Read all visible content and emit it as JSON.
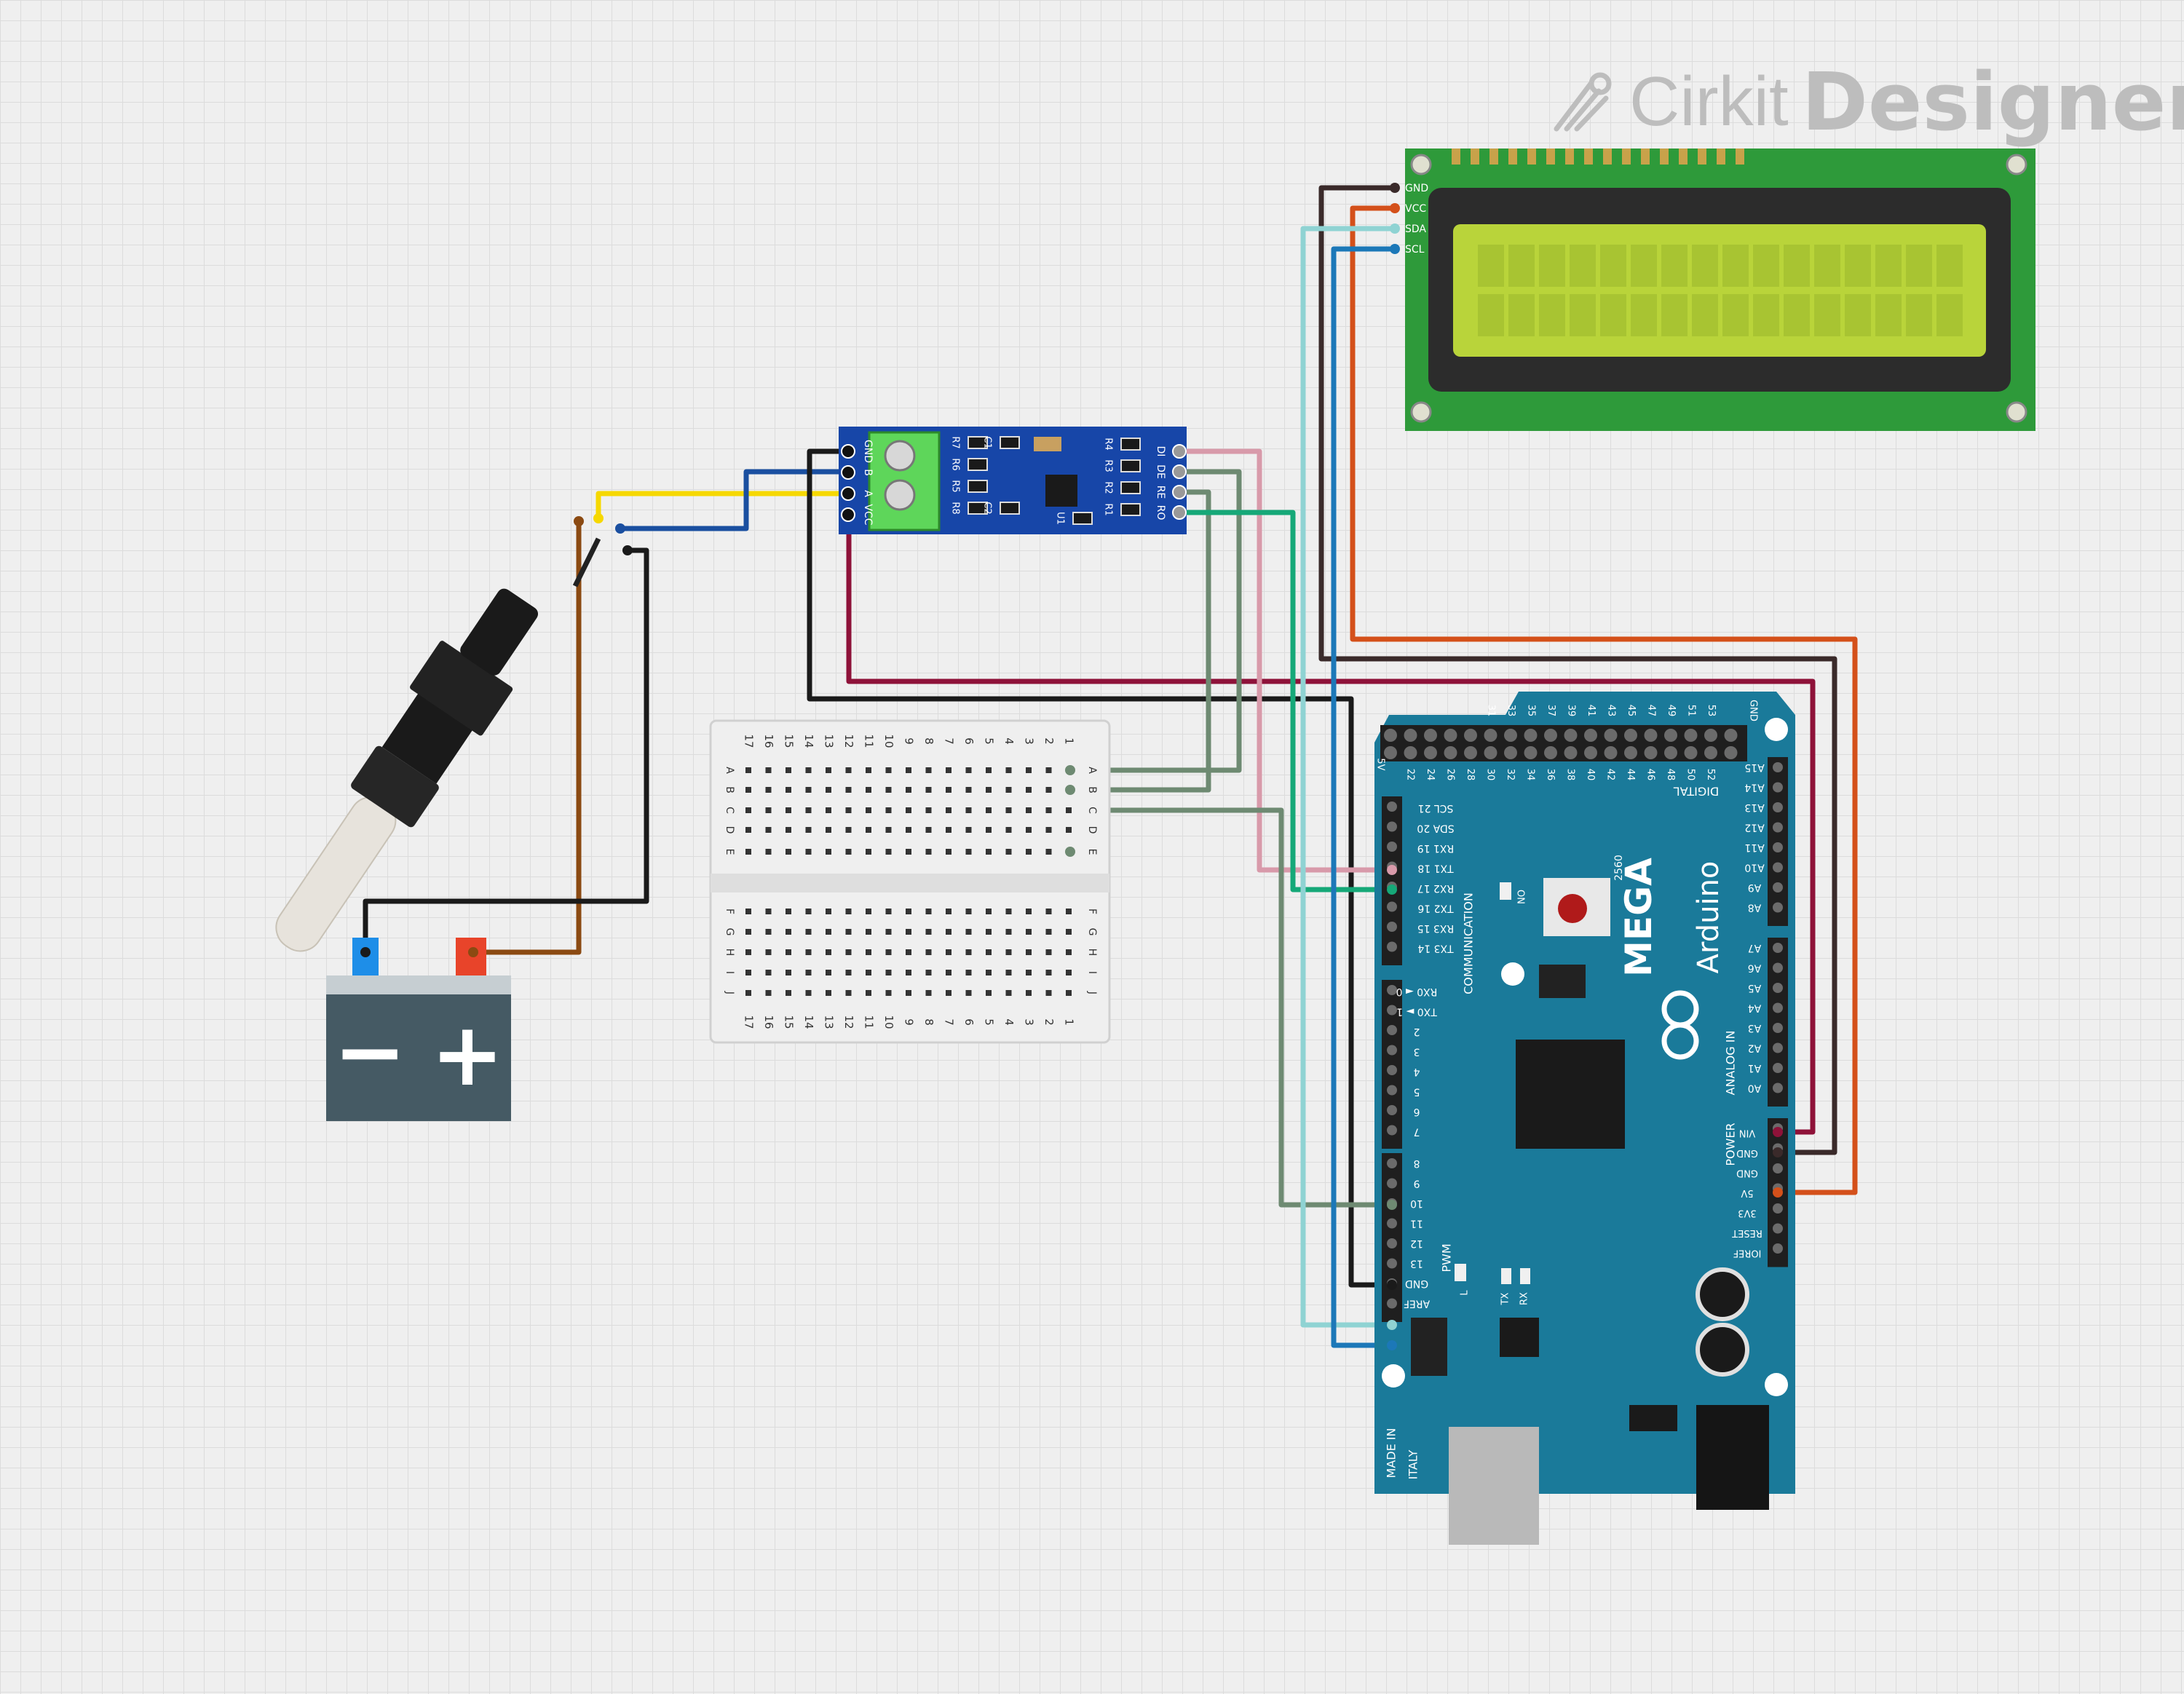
{
  "brand": {
    "cirkit": "Cirkit",
    "designer": "Designer",
    "logo_icon": "cirkit-logo-icon"
  },
  "battery": {
    "minus": "−",
    "plus": "+"
  },
  "lcd": {
    "pins": [
      "GND",
      "VCC",
      "SDA",
      "SCL"
    ]
  },
  "rs485": {
    "left_pins": [
      "GND",
      "B",
      "A",
      "VCC"
    ],
    "right_pins": [
      "DI",
      "DE",
      "RE",
      "RO"
    ],
    "parts": [
      "R7",
      "R6",
      "R5",
      "R8",
      "C1",
      "C2",
      "U1",
      "R4",
      "R3",
      "R2",
      "R1"
    ]
  },
  "breadboard": {
    "cols": [
      "17",
      "16",
      "15",
      "14",
      "13",
      "12",
      "11",
      "10",
      "9",
      "8",
      "7",
      "6",
      "5",
      "4",
      "3",
      "2",
      "1"
    ],
    "rows_top": [
      "A",
      "B",
      "C",
      "D",
      "E"
    ],
    "rows_bottom": [
      "F",
      "G",
      "H",
      "I",
      "J"
    ]
  },
  "mega": {
    "top_pins": [
      "22",
      "24",
      "26",
      "28",
      "30",
      "32",
      "34",
      "36",
      "38",
      "40",
      "42",
      "44",
      "46",
      "48",
      "50",
      "52"
    ],
    "top_pins_odd": [
      "31",
      "33",
      "35",
      "37",
      "39",
      "41",
      "43",
      "45",
      "47",
      "49",
      "51",
      "53"
    ],
    "labels": {
      "gnd": "GND",
      "v5": "5V",
      "digital": "DIGITAL",
      "mega": "MEGA",
      "sub": "2560",
      "arduino": "Arduino",
      "on": "ON",
      "l": "L",
      "tx": "TX",
      "rx": "RX",
      "pwm": "PWM",
      "communication": "COMMUNICATION",
      "analog": "ANALOG IN",
      "power": "POWER",
      "made_in": "MADE IN",
      "italy": "ITALY"
    },
    "comm_pins": [
      "SCL 21",
      "SDA 20",
      "RX1 19",
      "TX1 18",
      "RX2 17",
      "TX2 16",
      "RX3 15",
      "TX3 14"
    ],
    "pwm_pins": [
      "RX0 ◄ 0",
      "TX0 ► 1",
      "2",
      "3",
      "4",
      "5",
      "6",
      "7"
    ],
    "pwm_pins2": [
      "8",
      "9",
      "10",
      "11",
      "12",
      "13",
      "GND",
      "AREF"
    ],
    "analog_pins": [
      "A15",
      "A14",
      "A13",
      "A12",
      "A11",
      "A10",
      "A9",
      "A8",
      "A7",
      "A6",
      "A5",
      "A4",
      "A3",
      "A2",
      "A1",
      "A0"
    ],
    "power_pins": [
      "VIN",
      "GND",
      "GND",
      "5V",
      "3V3",
      "RESET",
      "IOREF"
    ]
  },
  "colors": {
    "wire_yellow": "#f6d800",
    "wire_blue": "#1a4fa0",
    "wire_black": "#1a1a1a",
    "wire_brown": "#8b4a12",
    "wire_pink": "#d89aaa",
    "wire_green": "#16a878",
    "wire_sage": "#6e8a72",
    "wire_red": "#8e1239",
    "wire_orange": "#d4501a",
    "wire_dark": "#3a2a2a",
    "wire_cyan": "#8fd3d3",
    "wire_steel": "#1c78b8",
    "mega_board": "#1a7a9a",
    "lcd_pcb": "#2e9a3a",
    "lcd_screen": "#b9d43a",
    "rs485_pcb": "#1746a8"
  }
}
